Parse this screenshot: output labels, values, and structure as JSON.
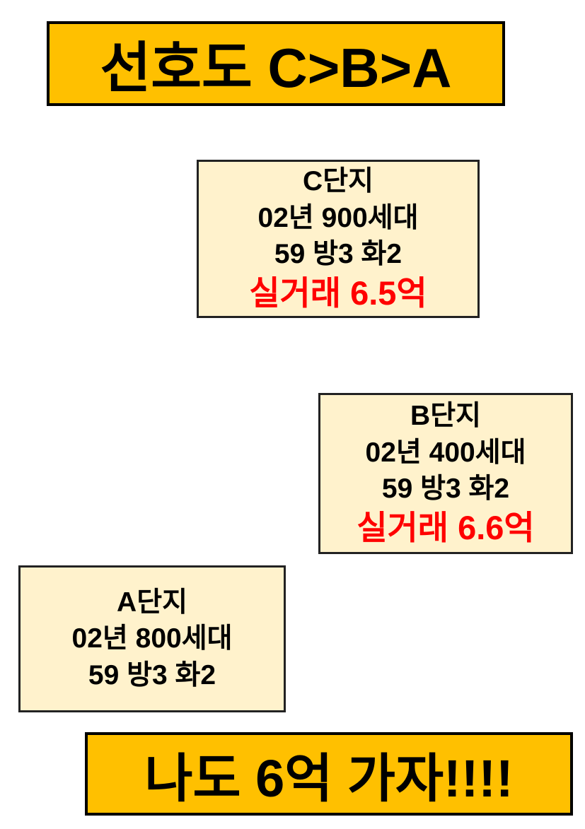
{
  "colors": {
    "banner_bg": "#FFC000",
    "box_bg": "#FFF2CC",
    "border": "#000000",
    "price_red": "#FF0000",
    "text": "#000000",
    "page_bg": "#FFFFFF"
  },
  "top_banner": {
    "text": "선호도 C>B>A"
  },
  "boxes": [
    {
      "name": "C",
      "title": "C단지",
      "line1": "02년 900세대",
      "line2": "59 방3 화2",
      "price": "실거래 6.5억"
    },
    {
      "name": "B",
      "title": "B단지",
      "line1": "02년 400세대",
      "line2": "59 방3 화2",
      "price": "실거래 6.6억"
    },
    {
      "name": "A",
      "title": "A단지",
      "line1": "02년 800세대",
      "line2": "59 방3 화2"
    }
  ],
  "bottom_banner": {
    "text": "나도 6억 가자!!!!"
  }
}
